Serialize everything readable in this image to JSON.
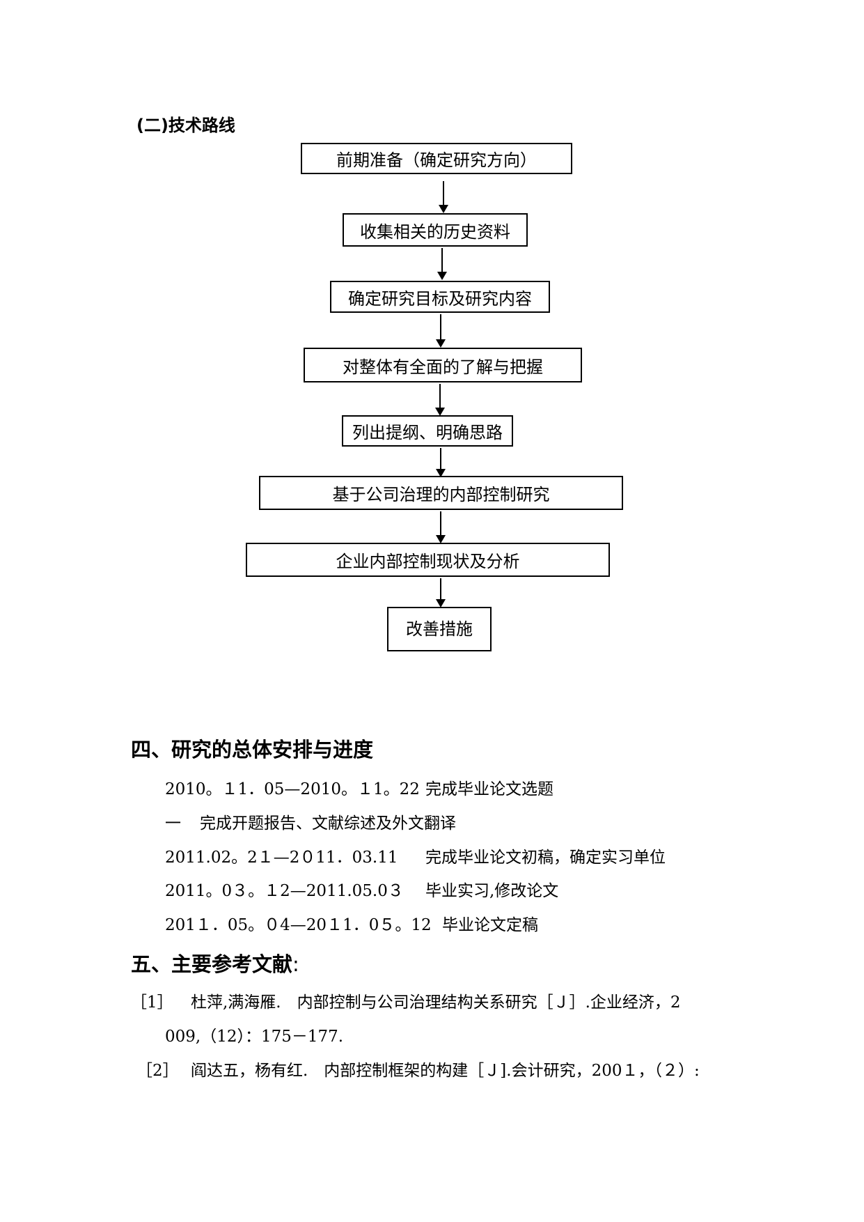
{
  "tech_route": {
    "heading": "(二)技术路线",
    "steps": [
      "前期准备（确定研究方向）",
      "收集相关的历史资料",
      "确定研究目标及研究内容",
      "对整体有全面的了解与把握",
      "列出提纲、明确思路",
      "基于公司治理的内部控制研究",
      "企业内部控制现状及分析",
      "改善措施"
    ]
  },
  "section4": {
    "heading": "四、研究的总体安排与进度",
    "schedule": [
      {
        "date": "2010。１1．05—2010。１1。22",
        "task": "完成毕业论文选题"
      },
      {
        "date": "一",
        "task": "完成开题报告、文献综述及外文翻译"
      },
      {
        "date": "2011.02。2１—2０11．03.11",
        "task": "完成毕业论文初稿，确定实习单位"
      },
      {
        "date": "2011。0３。１2—2011.05.0３",
        "task": "毕业实习,修改论文"
      },
      {
        "date": "201１．05。０4—20１1．0５。12",
        "task": "毕业论文定稿"
      }
    ]
  },
  "section5": {
    "heading": "五、主要参考文献",
    "heading_tail": ":",
    "references": [
      {
        "index": "［1］",
        "line1": "杜萍,满海雁.　内部控制与公司治理结构关系研究［Ｊ］.企业经济，2",
        "line2": "009,（12）：175－177."
      },
      {
        "index": "［2］",
        "line1": "阎达五，杨有红.　内部控制框架的构建［Ｊ].会计研究，200１，（２）:",
        "line2": ""
      }
    ]
  }
}
